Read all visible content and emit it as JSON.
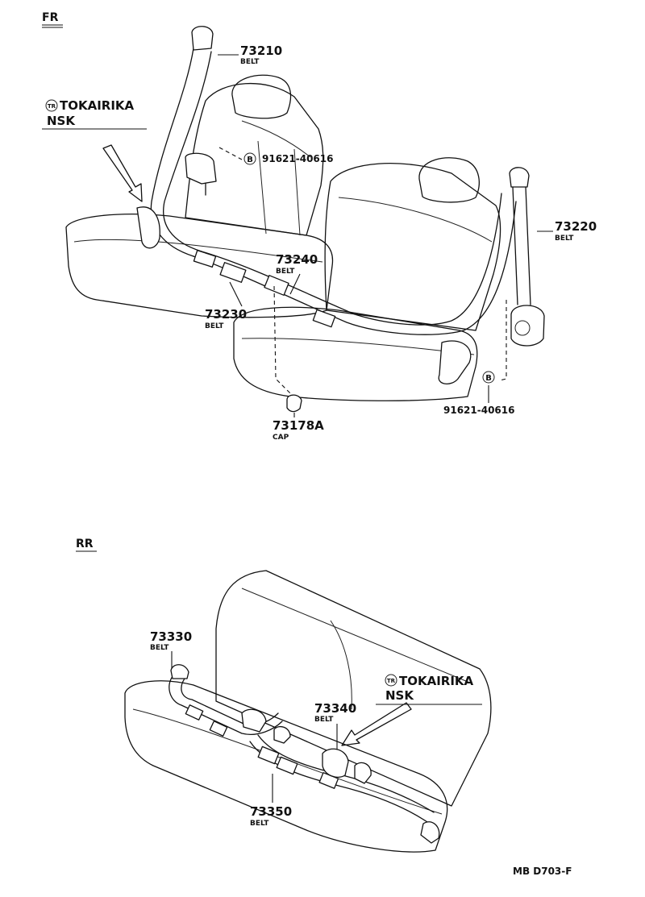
{
  "sections": {
    "front": "FR",
    "rear": "RR"
  },
  "manufacturers": {
    "front": {
      "symbol": "TR",
      "line1": "TOKAIRIKA",
      "line2": "NSK"
    },
    "rear": {
      "symbol": "TR",
      "line1": "TOKAIRIKA",
      "line2": "NSK"
    }
  },
  "parts": {
    "p73210": {
      "number": "73210",
      "name": "BELT"
    },
    "p73220": {
      "number": "73220",
      "name": "BELT"
    },
    "p73240": {
      "number": "73240",
      "name": "BELT"
    },
    "p73230": {
      "number": "73230",
      "name": "BELT"
    },
    "p73178A": {
      "number": "73178A",
      "name": "CAP"
    },
    "p73330": {
      "number": "73330",
      "name": "BELT"
    },
    "p73340": {
      "number": "73340",
      "name": "BELT"
    },
    "p73350": {
      "number": "73350",
      "name": "BELT"
    }
  },
  "bolts": {
    "upper": {
      "symbol": "B",
      "number": "91621-40616"
    },
    "lower": {
      "symbol": "B",
      "number": "91621-40616"
    }
  },
  "diagram_code": "MB D703-F"
}
